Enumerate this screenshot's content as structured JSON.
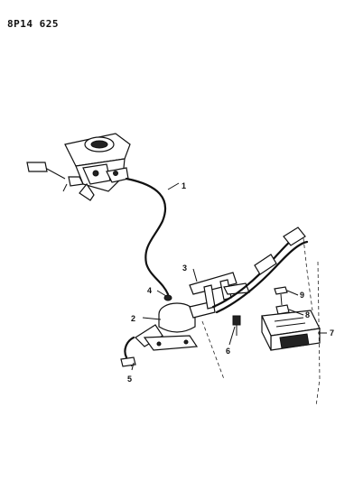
{
  "figure_code": "8P14 625",
  "callouts": {
    "c1": "1",
    "c2": "2",
    "c3": "3",
    "c4": "4",
    "c5": "5",
    "c6": "6",
    "c7": "7",
    "c8": "8",
    "c9": "9"
  }
}
